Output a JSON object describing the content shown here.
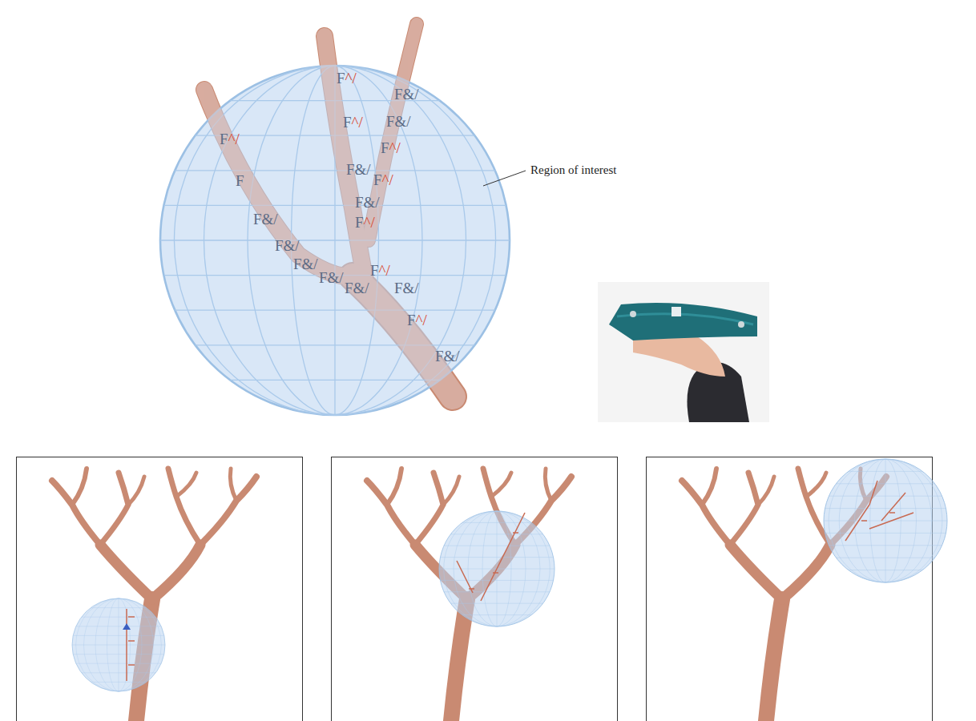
{
  "diagram": {
    "labels": [
      "Region of interest",
      "F^/",
      "F&/",
      "F^/",
      "F&/",
      "F^/",
      "F&/",
      "F^/",
      "F&/",
      "F^/",
      "F^/",
      "F",
      "F&/",
      "F&/",
      "F&/",
      "F&/",
      "F&/",
      "F^/",
      "F&/",
      "F^/",
      "F&/"
    ]
  }
}
